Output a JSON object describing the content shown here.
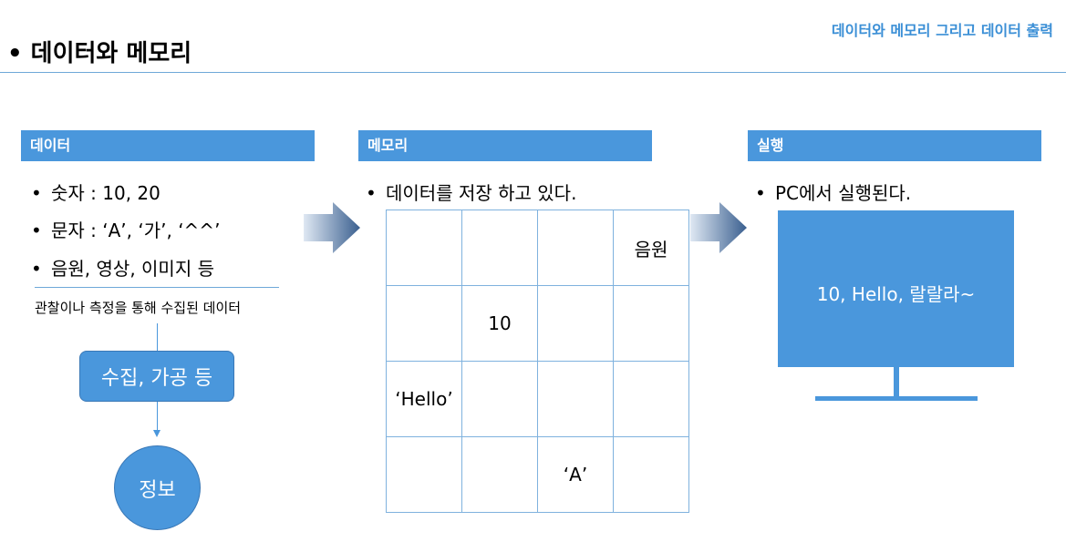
{
  "header": {
    "top_right": "데이터와 메모리 그리고 데이터 출력",
    "title": "• 데이터와 메모리"
  },
  "colors": {
    "accent": "#4a97dc",
    "header_text": "#3b8fd6",
    "arrow_dark": "#3a5f8f",
    "arrow_light": "#dfe8f3"
  },
  "icons": {
    "flow_arrow": "chevron-arrow-right",
    "monitor": "monitor-icon"
  },
  "data_section": {
    "label": "데이터",
    "bullets": [
      "숫자 : 10, 20",
      "문자 : ‘A’, ‘가’, ‘^^’",
      "음원, 영상, 이미지 등"
    ],
    "caption": "관찰이나 측정을 통해 수집된 데이터",
    "process_label": "수집, 가공 등",
    "result_label": "정보"
  },
  "memory_section": {
    "label": "메모리",
    "bullet": "데이터를 저장 하고 있다.",
    "grid": [
      [
        "",
        "",
        "",
        "음원"
      ],
      [
        "",
        "10",
        "",
        ""
      ],
      [
        "‘Hello’",
        "",
        "",
        ""
      ],
      [
        "",
        "",
        "‘A’",
        ""
      ]
    ]
  },
  "run_section": {
    "label": "실행",
    "bullet": "PC에서 실행된다.",
    "screen_text": "10, Hello, 랄랄라~"
  }
}
